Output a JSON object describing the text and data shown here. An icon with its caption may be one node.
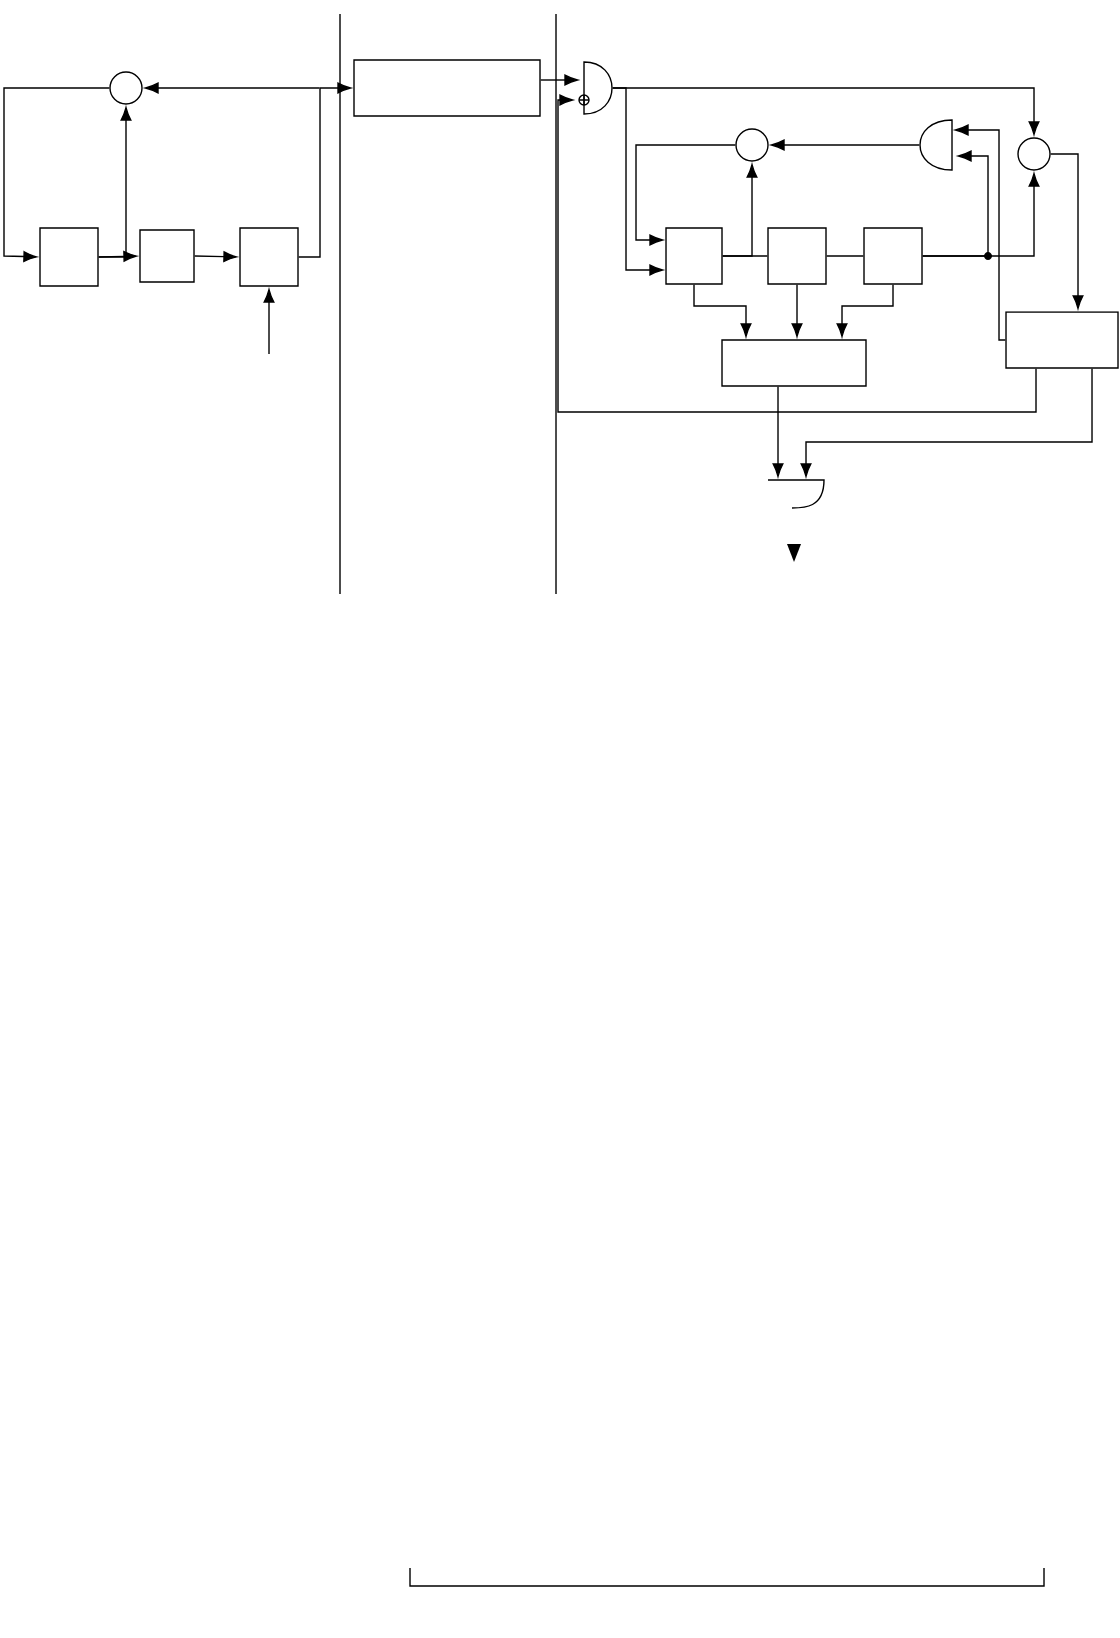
{
  "diagram": {
    "nodes": [
      {
        "text": [],
        "shape": "circle"
      },
      {
        "text": [],
        "shape": "box"
      },
      {
        "text": [],
        "shape": "box"
      },
      {
        "text": [],
        "shape": "box"
      },
      {
        "text": [],
        "shape": "box"
      },
      {
        "text": [],
        "shape": "gate"
      },
      {
        "text": [],
        "shape": "circle"
      },
      {
        "text": [],
        "shape": "gate"
      },
      {
        "text": [],
        "shape": "circle"
      },
      {
        "text": [],
        "shape": "box"
      },
      {
        "text": [],
        "shape": "box"
      },
      {
        "text": [],
        "shape": "box"
      },
      {
        "text": [],
        "shape": "box"
      },
      {
        "text": [],
        "shape": "box"
      },
      {
        "text": [],
        "shape": "gate"
      }
    ],
    "edges": [
      {
        "from": 0,
        "to": 1,
        "arrow": "to"
      },
      {
        "from": 1,
        "to": 2,
        "arrow": "to"
      },
      {
        "from": 1,
        "to": 0,
        "arrow": "to"
      },
      {
        "from": 2,
        "to": 3,
        "arrow": "to"
      },
      {
        "from": 3,
        "to": 4,
        "arrow": "to"
      },
      {
        "from": 4,
        "to": 0,
        "arrow": "to"
      },
      {
        "from": null,
        "to": 3,
        "arrow": "to"
      },
      {
        "from": 4,
        "to": 5,
        "arrow": "to"
      },
      {
        "from": 13,
        "to": 5,
        "arrow": "to"
      },
      {
        "from": 5,
        "to": 8,
        "arrow": "to"
      },
      {
        "from": 5,
        "to": 9,
        "arrow": "to"
      },
      {
        "from": 6,
        "to": 9,
        "arrow": "to"
      },
      {
        "from": 9,
        "to": 6,
        "arrow": "to"
      },
      {
        "from": 9,
        "to": 10,
        "arrow": "none"
      },
      {
        "from": 10,
        "to": 11,
        "arrow": "none"
      },
      {
        "from": 11,
        "to": 8,
        "arrow": "to"
      },
      {
        "from": 11,
        "to": 7,
        "arrow": "to"
      },
      {
        "from": 7,
        "to": 6,
        "arrow": "to"
      },
      {
        "from": 13,
        "to": 7,
        "arrow": "to"
      },
      {
        "from": 8,
        "to": 13,
        "arrow": "to"
      },
      {
        "from": 9,
        "to": 12,
        "arrow": "to"
      },
      {
        "from": 10,
        "to": 12,
        "arrow": "to"
      },
      {
        "from": 11,
        "to": 12,
        "arrow": "to"
      },
      {
        "from": 12,
        "to": 14,
        "arrow": "to"
      },
      {
        "from": 13,
        "to": 14,
        "arrow": "to"
      }
    ]
  }
}
